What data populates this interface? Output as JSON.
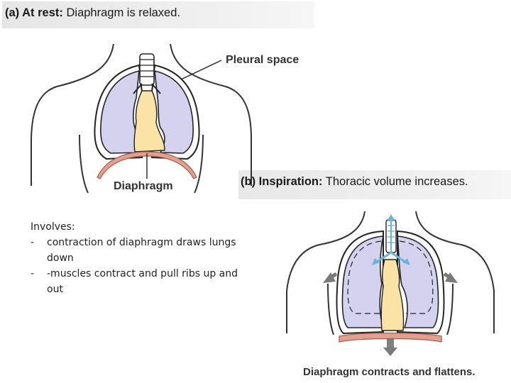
{
  "panel_a": {
    "title_bold": "(a) At rest:",
    "title_rest": "Diaphragm is relaxed.",
    "label_pleural": "Pleural space",
    "label_diaphragm": "Diaphragm"
  },
  "panel_b": {
    "title_bold": "(b) Inspiration:",
    "title_rest": "Thoracic volume increases.",
    "caption": "Diaphragm contracts and flattens."
  },
  "notes": {
    "heading": "Involves:",
    "items": [
      {
        "bullet": "-",
        "text": "contraction of diaphragm draws lungs down"
      },
      {
        "bullet": "-",
        "text": "-muscles contract and pull ribs up and out"
      }
    ]
  },
  "colors": {
    "lung_fill": "#d4d2ee",
    "lung_outline": "#222222",
    "heart_fill": "#fbe3a6",
    "diaphragm_fill": "#e3a08f",
    "diaphragm_outline": "#a45a48",
    "arrow_gray": "#808080",
    "airway_blue": "#6ab4dc"
  }
}
